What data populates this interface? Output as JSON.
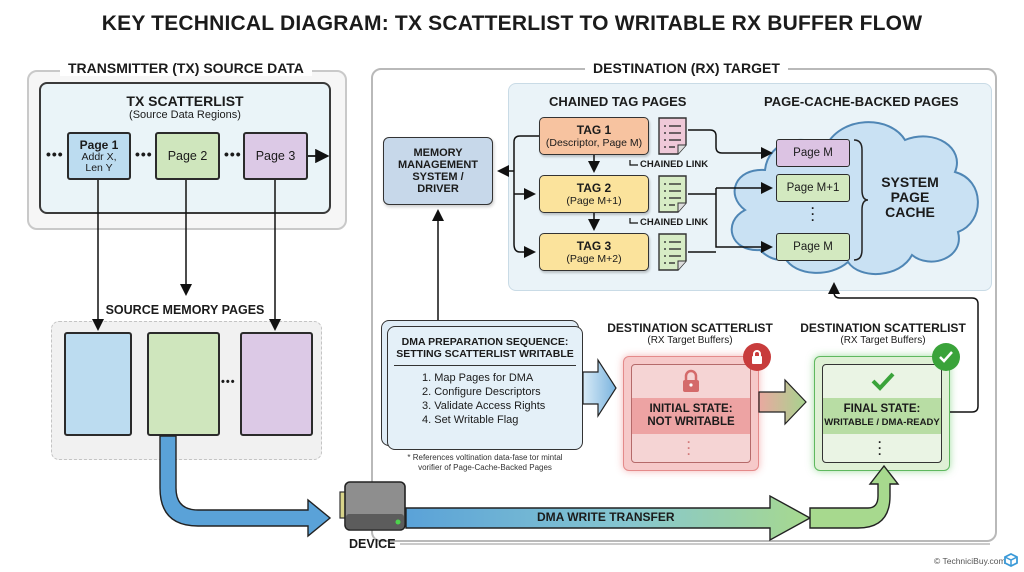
{
  "title": "KEY TECHNICAL DIAGRAM: TX SCATTERLIST TO WRITABLE RX BUFFER FLOW",
  "transmitter": {
    "section_title": "TRANSMITTER (TX) SOURCE DATA",
    "scatterlist_title": "TX SCATTERLIST",
    "scatterlist_subtitle": "(Source Data Regions)",
    "ellipsis": "•••",
    "pages": [
      {
        "label": "Page 1",
        "detail1": "Addr X,",
        "detail2": "Len Y",
        "color": "#bcdcf0"
      },
      {
        "label": "Page 2",
        "color": "#cfe6bd"
      },
      {
        "label": "Page 3",
        "color": "#dcc9e6"
      }
    ],
    "source_memory_title": "SOURCE MEMORY PAGES"
  },
  "destination": {
    "section_title": "DESTINATION (RX) TARGET",
    "memory_mgmt": {
      "line1": "MEMORY",
      "line2": "MANAGEMENT",
      "line3": "SYSTEM /",
      "line4": "DRIVER"
    },
    "chained_tag_title": "CHAINED TAG PAGES",
    "tags": [
      {
        "title": "TAG 1",
        "subtitle": "(Descriptor, Page M)",
        "color": "#f7c3a0"
      },
      {
        "title": "TAG 2",
        "subtitle": "(Page M+1)",
        "color": "#fbe39c"
      },
      {
        "title": "TAG 3",
        "subtitle": "(Page M+2)",
        "color": "#fbe39c"
      }
    ],
    "chained_link_label": "CHAINED LINK",
    "page_cache_title": "PAGE-CACHE-BACKED PAGES",
    "cache_pages": [
      {
        "label": "Page M",
        "color": "#dcc3e3"
      },
      {
        "label": "Page M+1",
        "color": "#d3e9c0"
      },
      {
        "label": "Page M",
        "color": "#d3e9c0"
      }
    ],
    "system_cache": {
      "line1": "SYSTEM",
      "line2": "PAGE",
      "line3": "CACHE"
    },
    "dma_prep": {
      "title1": "DMA PREPARATION SEQUENCE:",
      "title2": "SETTING SCATTERLIST WRITABLE",
      "steps": [
        "1. Map Pages for DMA",
        "2. Configure Descriptors",
        "3. Validate Access Rights",
        "4. Set Writable Flag"
      ],
      "footnote1": "* References voltination data-fase tor mintal",
      "footnote2": "vorifier of Page-Cache-Backed Pages"
    },
    "initial_scatterlist": {
      "title": "DESTINATION SCATTERLIST",
      "subtitle": "(RX Target Buffers)",
      "state1": "INITIAL STATE:",
      "state2": "NOT WRITABLE",
      "badge_icon": "lock"
    },
    "final_scatterlist": {
      "title": "DESTINATION SCATTERLIST",
      "subtitle": "(RX Target Buffers)",
      "state1": "FINAL STATE:",
      "state2": "WRITABLE / DMA-READY",
      "badge_icon": "check"
    }
  },
  "device_label": "DEVICE",
  "dma_write_label": "DMA WRITE TRANSFER",
  "footer_credit": "© TechniciBuy.com",
  "colors": {
    "red_state": "#e05a5a",
    "green_state": "#3aa33a",
    "blue_panel": "#eaf3f8"
  }
}
